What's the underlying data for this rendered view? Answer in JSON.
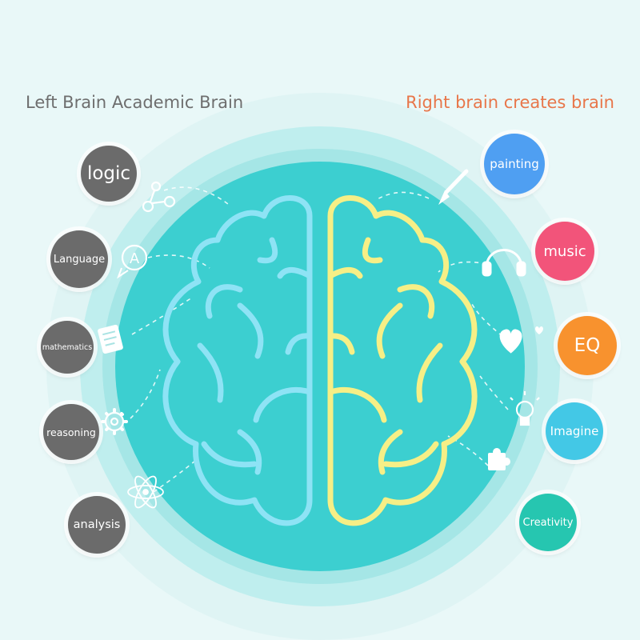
{
  "headings": {
    "left": "Left Brain Academic Brain",
    "right": "Right brain creates brain"
  },
  "left_skills": [
    {
      "label": "logic",
      "color": "#6b6b6b"
    },
    {
      "label": "Language",
      "color": "#6b6b6b"
    },
    {
      "label": "mathematics",
      "color": "#6b6b6b"
    },
    {
      "label": "reasoning",
      "color": "#6b6b6b"
    },
    {
      "label": "analysis",
      "color": "#6b6b6b"
    }
  ],
  "right_skills": [
    {
      "label": "painting",
      "color": "#4f9ff2"
    },
    {
      "label": "music",
      "color": "#f2547a"
    },
    {
      "label": "EQ",
      "color": "#f8922e"
    },
    {
      "label": "Imagine",
      "color": "#43c8e6"
    },
    {
      "label": "Creativity",
      "color": "#26c6b0"
    }
  ],
  "colors": {
    "left_brain": "#8ee3f5",
    "right_brain": "#f6ef86",
    "circle_fill": "#3ccfd0",
    "left_heading": "#6e6e6e",
    "right_heading": "#e8764a"
  },
  "icons": {
    "left": [
      "molecule-icon",
      "translate-icon",
      "document-icon",
      "gear-icon",
      "atom-icon"
    ],
    "right": [
      "paintbrush-icon",
      "headphones-icon",
      "heart-icon",
      "lightbulb-icon",
      "puzzle-icon"
    ]
  }
}
